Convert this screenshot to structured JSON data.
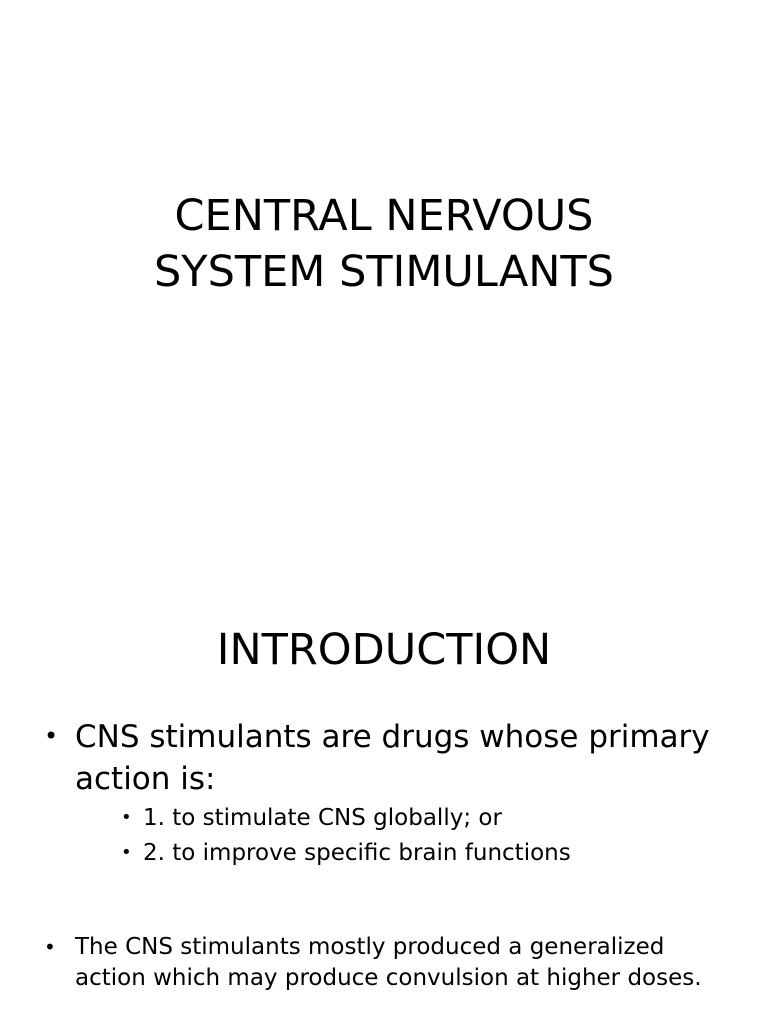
{
  "slides": [
    {
      "title_lines": [
        "CENTRAL NERVOUS",
        "SYSTEM STIMULANTS"
      ]
    },
    {
      "title": "INTRODUCTION",
      "bullets": [
        {
          "text": "CNS stimulants are drugs whose primary action is:",
          "sub_bullets": [
            "1. to stimulate CNS globally; or",
            "2. to improve specific brain functions"
          ]
        },
        {
          "text": "The CNS stimulants mostly produced a generalized action which may produce convulsion at higher doses."
        }
      ]
    }
  ],
  "bullet_glyph": "•"
}
